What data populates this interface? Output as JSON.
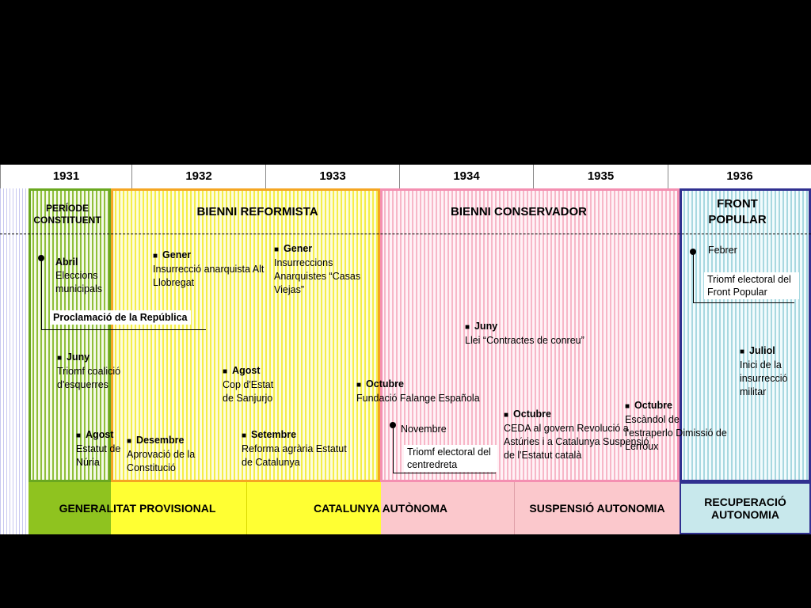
{
  "years": [
    "1931",
    "1932",
    "1933",
    "1934",
    "1935",
    "1936"
  ],
  "periods": {
    "constituent": "PERÍODE CONSTITUENT",
    "reformista": "BIENNI REFORMISTA",
    "conservador": "BIENNI CONSERVADOR",
    "front_popular": "FRONT POPULAR"
  },
  "events": {
    "abril_month": "Abril",
    "abril_text": "Eleccions municipals",
    "abril_box": "Proclamació de la República",
    "juny31_month": "Juny",
    "juny31_text": "Triomf coalició d'esquerres",
    "agost31_month": "Agost",
    "agost31_text": "Estatut de Núria",
    "gener32_month": "Gener",
    "gener32_text": "Insurrecció anarquista Alt Llobregat",
    "agost32_month": "Agost",
    "agost32_text": "Cop d'Estat de Sanjurjo",
    "desembre32_month": "Desembre",
    "desembre32_text": "Aprovació de la Constitució",
    "gener33_month": "Gener",
    "gener33_text": "Insurreccions Anarquistes “Casas Viejas”",
    "setembre32_month": "Setembre",
    "setembre32_text": "Reforma agrària Estatut de Catalunya",
    "octubre33_month": "Octubre",
    "octubre33_text": "Fundació Falange Española",
    "novembre33_month": "Novembre",
    "novembre33_box": "Triomf electoral del centredreta",
    "juny34_month": "Juny",
    "juny34_text": "Llei “Contractes de conreu”",
    "octubre34_month": "Octubre",
    "octubre34_text": "CEDA al govern Revolució a Astúries i a Catalunya Suspensió de l'Estatut català",
    "octubre35_month": "Octubre",
    "octubre35_text": "Escàndol de l'estraperlo Dimissió de Lerroux",
    "febrer36_month": "Febrer",
    "febrer36_box": "Triomf electoral del Front Popular",
    "juliol36_month": "Juliol",
    "juliol36_text": "Inici de la insurrecció militar"
  },
  "bottom": {
    "generalitat": "GENERALITAT PROVISIONAL",
    "autonoma": "CATALUNYA AUTÒNOMA",
    "suspensio": "SUSPENSIÓ AUTONOMIA",
    "recuperacio": "RECUPERACIÓ AUTONOMIA"
  },
  "colors": {
    "green": "#8fc31f",
    "yellow": "#ffff33",
    "pink": "#fbc8cc",
    "cyan": "#c8e8ec",
    "frame_orange": "#f5a623",
    "frame_pink": "#f48fb1",
    "frame_navy": "#303090"
  }
}
